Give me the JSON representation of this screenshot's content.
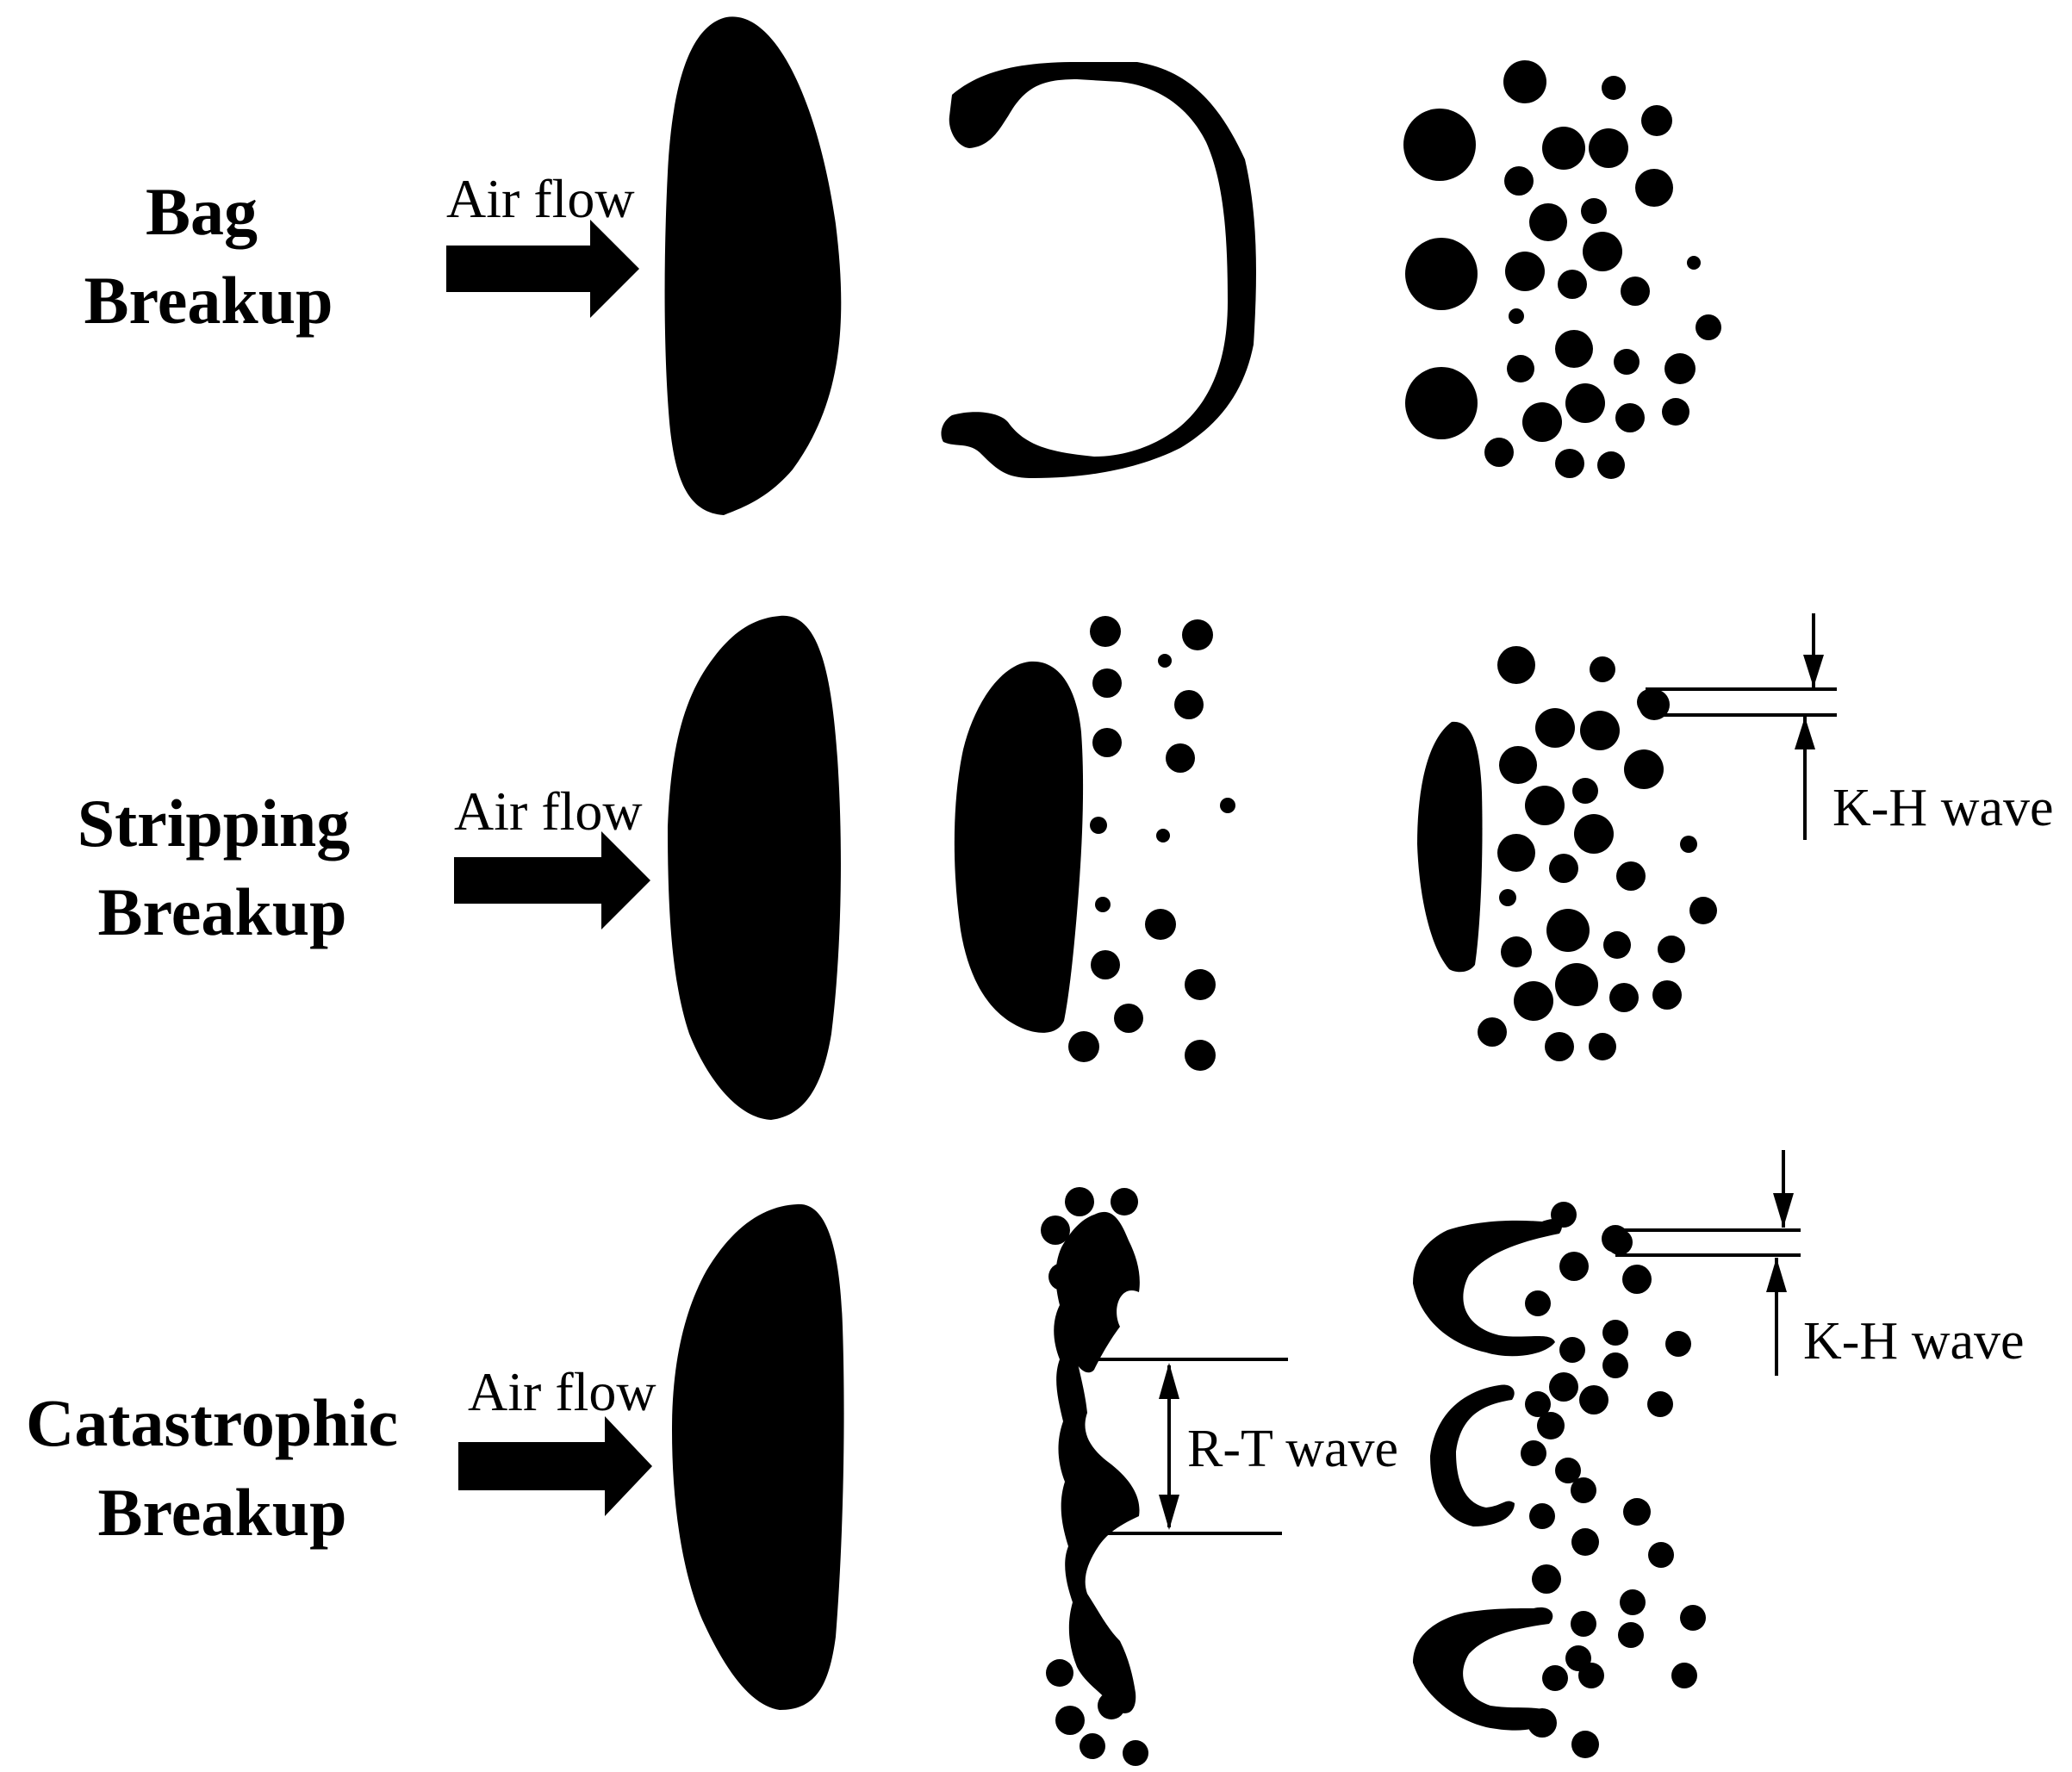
{
  "colors": {
    "ink": "#000000",
    "background": "#ffffff"
  },
  "rows": [
    {
      "title_line1": "Bag",
      "title_line2": "Breakup",
      "flow_label": "Air flow"
    },
    {
      "title_line1": "Stripping",
      "title_line2": "Breakup",
      "flow_label": "Air flow",
      "wave_label": "K-H wave"
    },
    {
      "title_line1": "Catastrophic",
      "title_line2": "Breakup",
      "flow_label": "Air flow",
      "rt_label": "R-T wave",
      "wave_label": "K-H wave"
    }
  ]
}
